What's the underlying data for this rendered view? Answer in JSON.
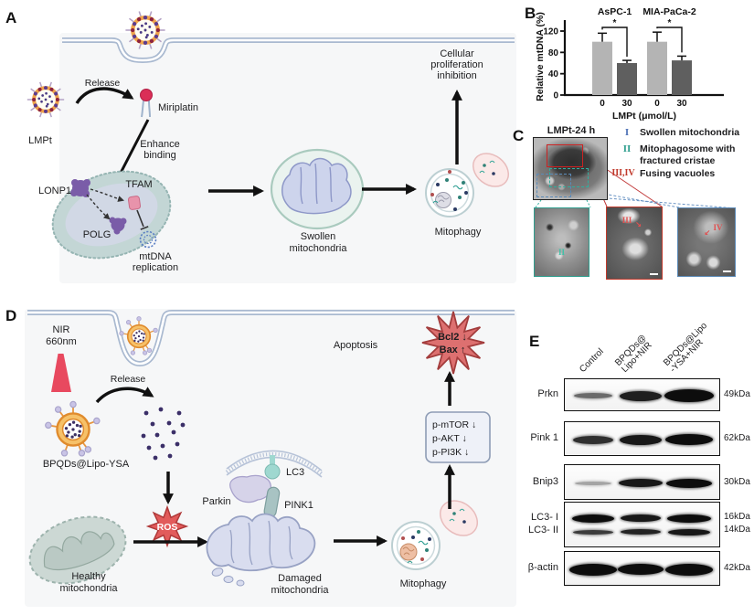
{
  "panelA": {
    "label": "A",
    "lmpt": "LMPt",
    "release": "Release",
    "miriplatin": "Miriplatin",
    "enhance_1": "Enhance",
    "enhance_2": "binding",
    "lonp1": "LONP1",
    "tfam": "TFAM",
    "polg": "POLG",
    "mtdna_1": "mtDNA",
    "mtdna_2": "replication",
    "swollen_1": "Swollen",
    "swollen_2": "mitochondria",
    "mitophagy": "Mitophagy",
    "outcome_1": "Cellular",
    "outcome_2": "proliferation",
    "outcome_3": "inhibition"
  },
  "panelB": {
    "label": "B"
  },
  "chart_data": {
    "type": "bar",
    "title": "",
    "ylabel": "Relative mtDNA (%)",
    "xlabel": "LMPt (μmol/L)",
    "yticks": [
      0,
      40,
      80,
      120
    ],
    "ylim": [
      0,
      135
    ],
    "legend_position": "none",
    "grid": false,
    "bar_colors": [
      "#b4b4b4",
      "#5f5f5f"
    ],
    "groups": [
      {
        "name": "AsPC-1",
        "categories": [
          "0",
          "30"
        ],
        "values": [
          100,
          60
        ],
        "errors": [
          16,
          5
        ],
        "significance": "*"
      },
      {
        "name": "MIA-PaCa-2",
        "categories": [
          "0",
          "30"
        ],
        "values": [
          100,
          65
        ],
        "errors": [
          18,
          8
        ],
        "significance": "*"
      }
    ]
  },
  "panelC": {
    "label": "C",
    "title": "LMPt-24 h",
    "legend": [
      {
        "numeral": "I",
        "color": "#4a6fb5",
        "text": "Swollen mitochondria"
      },
      {
        "numeral": "II",
        "color": "#2e9e8e",
        "text": "Mitophagosome with fractured cristae"
      },
      {
        "numeral": "III,IV",
        "color": "#c0392b",
        "text": "Fusing vacuoles"
      }
    ],
    "crops": [
      {
        "label": "II",
        "border": "#2e9e8e"
      },
      {
        "label": "III",
        "border": "#c0392b"
      },
      {
        "label": "IV",
        "border": "#5b8ab8"
      }
    ]
  },
  "panelD": {
    "label": "D",
    "nir_1": "NIR",
    "nir_2": "660nm",
    "bpqds": "BPQDs@Lipo-YSA",
    "release": "Release",
    "ros": "ROS",
    "parkin": "Parkin",
    "lc3": "LC3",
    "pink1": "PINK1",
    "healthy_1": "Healthy",
    "healthy_2": "mitochondria",
    "damaged_1": "Damaged",
    "damaged_2": "mitochondria",
    "mitophagy": "Mitophagy",
    "signals": [
      "p-mTOR ↓",
      "p-AKT ↓",
      "p-PI3K ↓"
    ],
    "star_1": "Bcl2 ↓",
    "star_2": "Bax ↑",
    "apoptosis": "Apoptosis"
  },
  "panelE": {
    "label": "E",
    "lanes": [
      [
        "Control"
      ],
      [
        "BPQDs@",
        "Lipo+NIR"
      ],
      [
        "BPQDs@Lipo",
        "-YSA+NIR"
      ]
    ],
    "rows": [
      {
        "labels": [
          "Prkn"
        ],
        "kda": [
          "49kDa"
        ],
        "lanes": [
          [
            [
              42,
              6,
              0.6,
              0
            ]
          ],
          [
            [
              46,
              11,
              0.92,
              0
            ]
          ],
          [
            [
              54,
              14,
              1,
              0
            ]
          ]
        ]
      },
      {
        "labels": [
          "Pink 1"
        ],
        "kda": [
          "62kDa"
        ],
        "lanes": [
          [
            [
              44,
              9,
              0.85,
              0
            ]
          ],
          [
            [
              46,
              11,
              0.95,
              0
            ]
          ],
          [
            [
              52,
              12,
              1,
              0
            ]
          ]
        ]
      },
      {
        "labels": [
          "Bnip3"
        ],
        "kda": [
          "30kDa"
        ],
        "lanes": [
          [
            [
              40,
              4,
              0.35,
              0
            ]
          ],
          [
            [
              48,
              9,
              0.95,
              0
            ]
          ],
          [
            [
              50,
              10,
              1,
              0
            ]
          ]
        ]
      },
      {
        "labels": [
          "LC3- I",
          "LC3- II"
        ],
        "kda": [
          "16kDa",
          "14kDa"
        ],
        "lanes": [
          [
            [
              46,
              9,
              1,
              -8
            ],
            [
              44,
              5,
              0.8,
              7
            ]
          ],
          [
            [
              44,
              8,
              0.95,
              -8
            ],
            [
              44,
              6,
              0.9,
              7
            ]
          ],
          [
            [
              48,
              9,
              1,
              -8
            ],
            [
              46,
              7,
              0.95,
              7
            ]
          ]
        ]
      },
      {
        "labels": [
          "β-actin"
        ],
        "kda": [
          "42kDa"
        ],
        "lanes": [
          [
            [
              52,
              13,
              1,
              0
            ]
          ],
          [
            [
              50,
              12,
              1,
              0
            ]
          ],
          [
            [
              52,
              13,
              1,
              0
            ]
          ]
        ]
      }
    ]
  }
}
